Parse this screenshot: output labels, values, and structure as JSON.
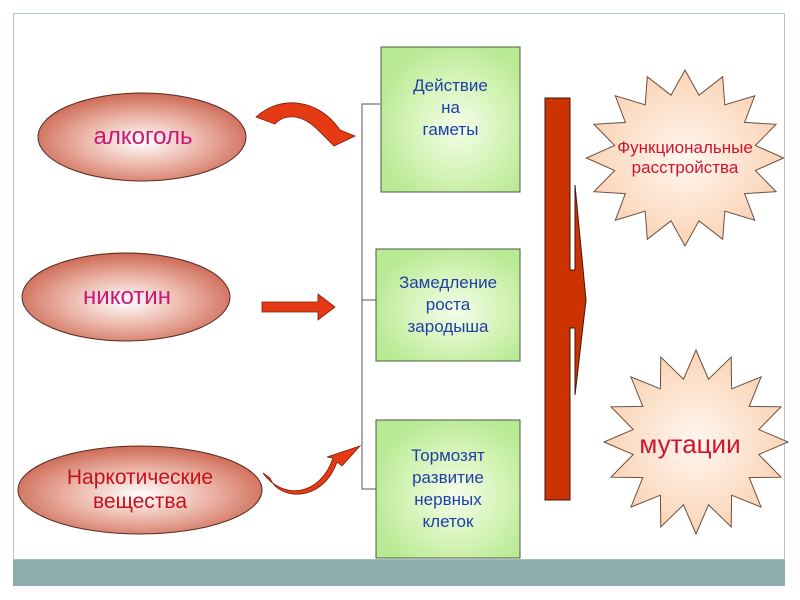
{
  "slide": {
    "colors": {
      "frame_border": "#b7c6c6",
      "footer_bar": "#8dadad",
      "ellipse_edge": "#cd6a56",
      "ellipse_center": "#ffffff",
      "box_fill": "#c9f0a8",
      "box_text": "#1f3fa8",
      "arrow_red": "#e63a14",
      "big_arrow": "#cc3300",
      "star_fill": "#fbd9c0",
      "star_text": "#d0142c"
    }
  },
  "causes": [
    {
      "label": "алкоголь",
      "color": "#c8197a"
    },
    {
      "label": "никотин",
      "color": "#c8197a"
    },
    {
      "label": "Наркотические\nвещества",
      "color": "#c4121c"
    }
  ],
  "effects": [
    {
      "label": "Действие\nна\nгаметы"
    },
    {
      "label": "Замедление\nроста\nзародыша"
    },
    {
      "label": "Тормозят\nразвитие\nнервных\nклеток"
    }
  ],
  "outcomes": [
    {
      "label": "Функциональные\nрасстройства"
    },
    {
      "label": "мутации"
    }
  ]
}
